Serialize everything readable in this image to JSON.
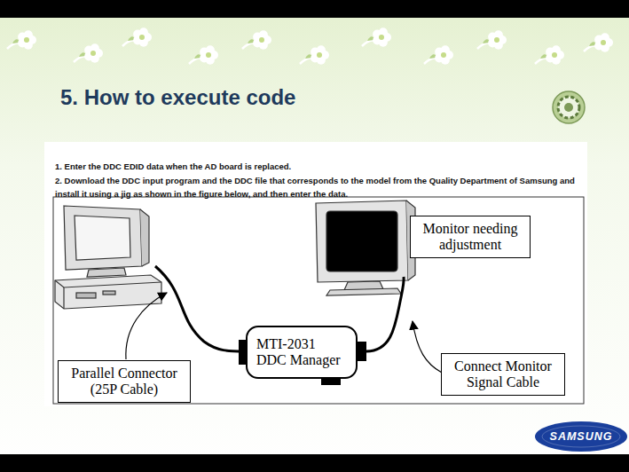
{
  "diagram": {
    "title": "5. How to execute code",
    "nodes": [
      {
        "text": [
          "Monitor needing adjustment"
        ]
      },
      {
        "text": [
          "MTI-2031 DDC Manager"
        ]
      },
      {
        "text": [
          "Parallel Connector (25P Cable)"
        ]
      },
      {
        "text": [
          "Connect Monitor Signal Cable"
        ]
      }
    ],
    "labels": [
      "1. Enter the DDC EDID data when the AD board is replaced.",
      "2. Download the DDC input program and the DDC file that corresponds to the model from the Quality Department of Samsung and install it using a jig as shown in the figure below, and then enter the data.",
      "SAMSUNG"
    ]
  }
}
